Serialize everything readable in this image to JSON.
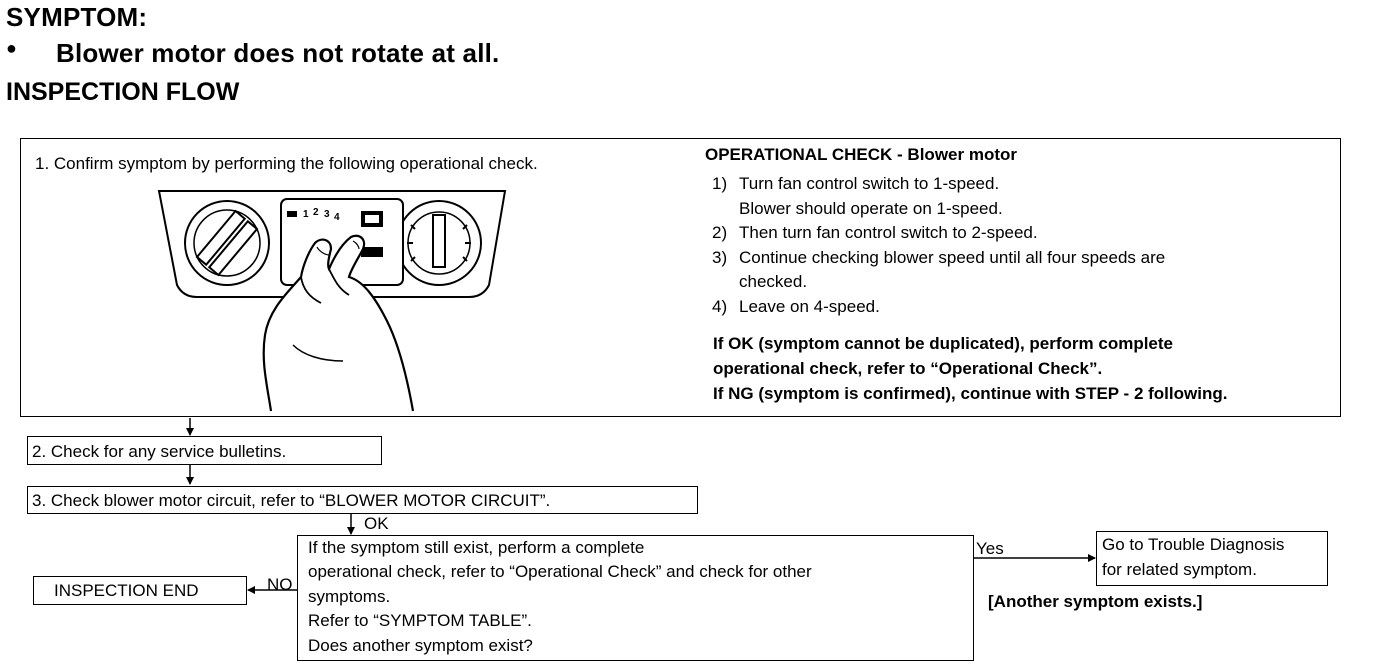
{
  "symptom": {
    "heading": "SYMPTOM:",
    "bullet": "●",
    "text": "Blower motor does not rotate at all."
  },
  "inspection_flow": {
    "heading": "INSPECTION FLOW"
  },
  "step1": {
    "label": "1.  Confirm symptom by performing the following operational check.",
    "illustration_labels": [
      "1",
      "2",
      "3",
      "4"
    ]
  },
  "operational_check": {
    "title": "OPERATIONAL CHECK - Blower motor",
    "items": [
      {
        "num": "1)",
        "lines": [
          "Turn fan control switch to 1-speed.",
          "Blower should operate on 1-speed."
        ]
      },
      {
        "num": "2)",
        "lines": [
          "Then turn fan control switch to 2-speed."
        ]
      },
      {
        "num": "3)",
        "lines": [
          "Continue checking blower speed until all four speeds are",
          "checked."
        ]
      },
      {
        "num": "4)",
        "lines": [
          "Leave on 4-speed."
        ]
      }
    ],
    "ok_line1": "If OK (symptom cannot be duplicated), perform complete",
    "ok_line2": "operational check, refer to “Operational Check”.",
    "ng_line": "If NG (symptom is confirmed), continue with STEP - 2 following."
  },
  "step2": {
    "label": "2.  Check for any service bulletins."
  },
  "step3": {
    "label": "3.  Check blower motor circuit, refer to “BLOWER MOTOR CIRCUIT”."
  },
  "ok_label": "OK",
  "decision": {
    "lines": [
      "If the symptom still exist, perform a complete",
      "operational check, refer to “Operational Check” and check for other",
      "symptoms.",
      "Refer to “SYMPTOM TABLE”.",
      "Does another symptom exist?"
    ]
  },
  "no_label": "NO",
  "yes_label": "Yes",
  "inspection_end": {
    "label": "INSPECTION END"
  },
  "trouble_diagnosis": {
    "lines": [
      "Go to Trouble Diagnosis",
      "for related symptom."
    ]
  },
  "another_symptom": "[Another symptom exists.]"
}
